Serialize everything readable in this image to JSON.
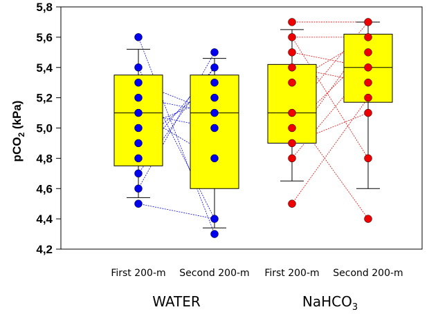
{
  "chart_data": {
    "type": "box",
    "ylabel": "pCO2 (kPa)",
    "ylabel_main": "pCO",
    "ylabel_sub": "2",
    "ylabel_unit": " (kPa)",
    "ylim": [
      4.2,
      5.8
    ],
    "yticks": [
      "4,2",
      "4,4",
      "4,6",
      "4,8",
      "5,0",
      "5,2",
      "5,4",
      "5,6",
      "5,8"
    ],
    "ytick_values": [
      4.2,
      4.4,
      4.6,
      4.8,
      5.0,
      5.2,
      5.4,
      5.6,
      5.8
    ],
    "grid": false,
    "categories": [
      "First 200-m",
      "Second 200-m",
      "First 200-m",
      "Second 200-m"
    ],
    "groups": [
      {
        "label_main": "WATER",
        "label_sub": "",
        "categories": [
          0,
          1
        ]
      },
      {
        "label_main": "NaHCO",
        "label_sub": "3",
        "categories": [
          2,
          3
        ]
      }
    ],
    "boxes": [
      {
        "q1": 4.75,
        "median": 5.1,
        "q3": 5.35,
        "whisker_low": 4.54,
        "whisker_high": 5.52
      },
      {
        "q1": 4.6,
        "median": 5.1,
        "q3": 5.35,
        "whisker_low": 4.34,
        "whisker_high": 5.46
      },
      {
        "q1": 4.9,
        "median": 5.1,
        "q3": 5.42,
        "whisker_low": 4.65,
        "whisker_high": 5.65
      },
      {
        "q1": 5.17,
        "median": 5.4,
        "q3": 5.62,
        "whisker_low": 4.6,
        "whisker_high": 5.7
      }
    ],
    "series": [
      {
        "group": "WATER",
        "color": "#0000ee",
        "first": [
          5.6,
          5.4,
          5.3,
          5.2,
          5.1,
          5.0,
          4.9,
          4.8,
          4.7,
          4.6,
          4.5
        ],
        "second": [
          5.5,
          5.4,
          5.3,
          5.2,
          5.1,
          5.0,
          4.8,
          4.4,
          4.3
        ],
        "pairs": [
          [
            5.6,
            4.3
          ],
          [
            5.4,
            4.4
          ],
          [
            5.3,
            5.1
          ],
          [
            5.2,
            5.1
          ],
          [
            5.1,
            5.0
          ],
          [
            5.1,
            4.8
          ],
          [
            5.0,
            5.2
          ],
          [
            4.9,
            5.3
          ],
          [
            4.8,
            5.4
          ],
          [
            4.7,
            5.4
          ],
          [
            4.6,
            5.5
          ],
          [
            4.5,
            4.4
          ]
        ]
      },
      {
        "group": "NaHCO3",
        "color": "#ee0000",
        "first": [
          5.7,
          5.6,
          5.5,
          5.4,
          5.3,
          5.1,
          5.0,
          4.9,
          4.8,
          4.5
        ],
        "second": [
          5.7,
          5.6,
          5.5,
          5.4,
          5.3,
          5.2,
          5.1,
          4.8,
          4.4
        ],
        "pairs": [
          [
            5.7,
            5.7
          ],
          [
            5.6,
            5.6
          ],
          [
            5.6,
            4.8
          ],
          [
            5.5,
            5.4
          ],
          [
            5.4,
            5.3
          ],
          [
            5.3,
            5.6
          ],
          [
            5.1,
            4.4
          ],
          [
            5.1,
            5.7
          ],
          [
            5.0,
            5.5
          ],
          [
            4.9,
            5.6
          ],
          [
            4.9,
            5.1
          ],
          [
            4.8,
            5.4
          ],
          [
            4.5,
            5.2
          ]
        ]
      }
    ]
  }
}
